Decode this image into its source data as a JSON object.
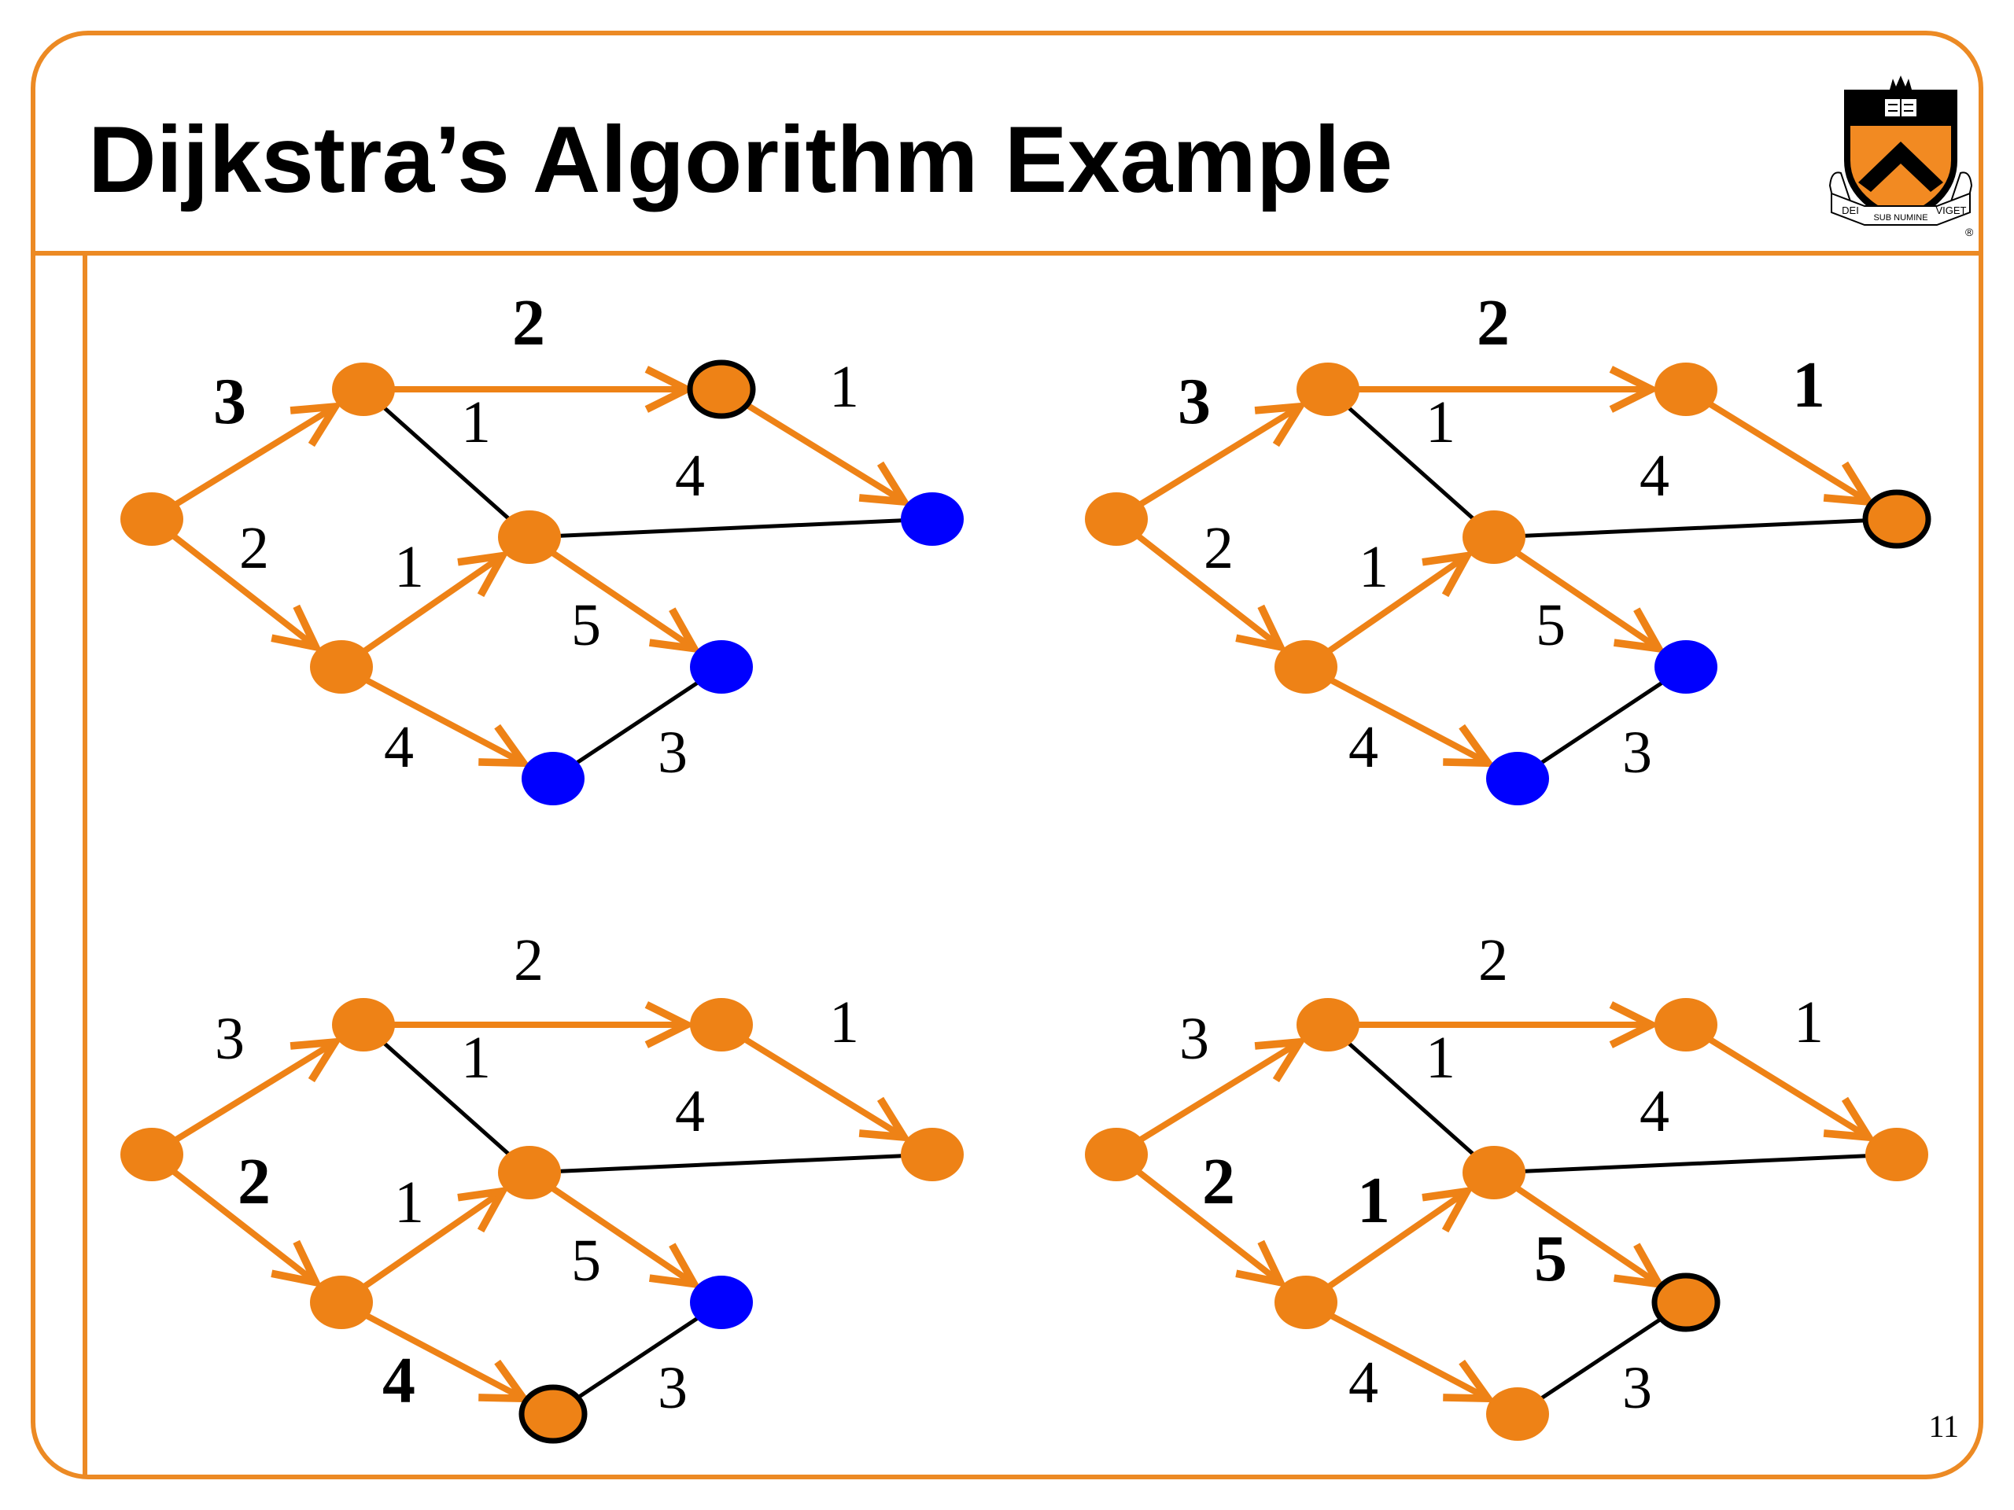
{
  "slide": {
    "title": "Dijkstra’s Algorithm Example",
    "page_number": "11"
  },
  "logo": {
    "icon": "princeton-shield-logo",
    "motto": [
      "DEI",
      "SUB NUMINE",
      "VIGET"
    ]
  },
  "colors": {
    "frame": "#ec8a24",
    "orange_node": "#ee8216",
    "blue_node": "#0000ff",
    "black_edge": "#000000",
    "orange_edge": "#ee8216"
  },
  "graph": {
    "nodes": [
      "s",
      "a",
      "b",
      "c",
      "d",
      "e",
      "f",
      "g"
    ],
    "edges": [
      {
        "id": "s-a",
        "from": "s",
        "to": "a",
        "weight": "3"
      },
      {
        "id": "s-b",
        "from": "s",
        "to": "b",
        "weight": "2"
      },
      {
        "id": "a-c",
        "from": "a",
        "to": "c",
        "weight": "2"
      },
      {
        "id": "a-d",
        "from": "a",
        "to": "d",
        "weight": "1"
      },
      {
        "id": "c-e",
        "from": "c",
        "to": "e",
        "weight": "1"
      },
      {
        "id": "d-e",
        "from": "d",
        "to": "e",
        "weight": "4"
      },
      {
        "id": "b-d",
        "from": "b",
        "to": "d",
        "weight": "1"
      },
      {
        "id": "d-f",
        "from": "d",
        "to": "f",
        "weight": "5"
      },
      {
        "id": "b-g",
        "from": "b",
        "to": "g",
        "weight": "4"
      },
      {
        "id": "g-f",
        "from": "g",
        "to": "f",
        "weight": "3"
      }
    ]
  },
  "panels": [
    {
      "nodes": {
        "s": "orange",
        "a": "orange",
        "b": "orange",
        "c": "orange",
        "d": "orange",
        "e": "blue",
        "f": "blue",
        "g": "blue"
      },
      "current": "c",
      "orange_edges": [
        "s-a",
        "s-b",
        "a-c",
        "c-e",
        "b-d",
        "d-f",
        "b-g"
      ],
      "bold_weights": [
        "s-a",
        "a-c"
      ]
    },
    {
      "nodes": {
        "s": "orange",
        "a": "orange",
        "b": "orange",
        "c": "orange",
        "d": "orange",
        "e": "orange",
        "f": "blue",
        "g": "blue"
      },
      "current": "e",
      "orange_edges": [
        "s-a",
        "s-b",
        "a-c",
        "c-e",
        "b-d",
        "d-f",
        "b-g"
      ],
      "bold_weights": [
        "s-a",
        "a-c",
        "c-e"
      ]
    },
    {
      "nodes": {
        "s": "orange",
        "a": "orange",
        "b": "orange",
        "c": "orange",
        "d": "orange",
        "e": "orange",
        "f": "blue",
        "g": "orange"
      },
      "current": "g",
      "orange_edges": [
        "s-a",
        "s-b",
        "a-c",
        "c-e",
        "b-d",
        "d-f",
        "b-g"
      ],
      "bold_weights": [
        "s-b",
        "b-g"
      ]
    },
    {
      "nodes": {
        "s": "orange",
        "a": "orange",
        "b": "orange",
        "c": "orange",
        "d": "orange",
        "e": "orange",
        "f": "orange",
        "g": "orange"
      },
      "current": "f",
      "orange_edges": [
        "s-a",
        "s-b",
        "a-c",
        "c-e",
        "b-d",
        "d-f",
        "b-g"
      ],
      "bold_weights": [
        "s-b",
        "b-d",
        "d-f"
      ]
    }
  ]
}
